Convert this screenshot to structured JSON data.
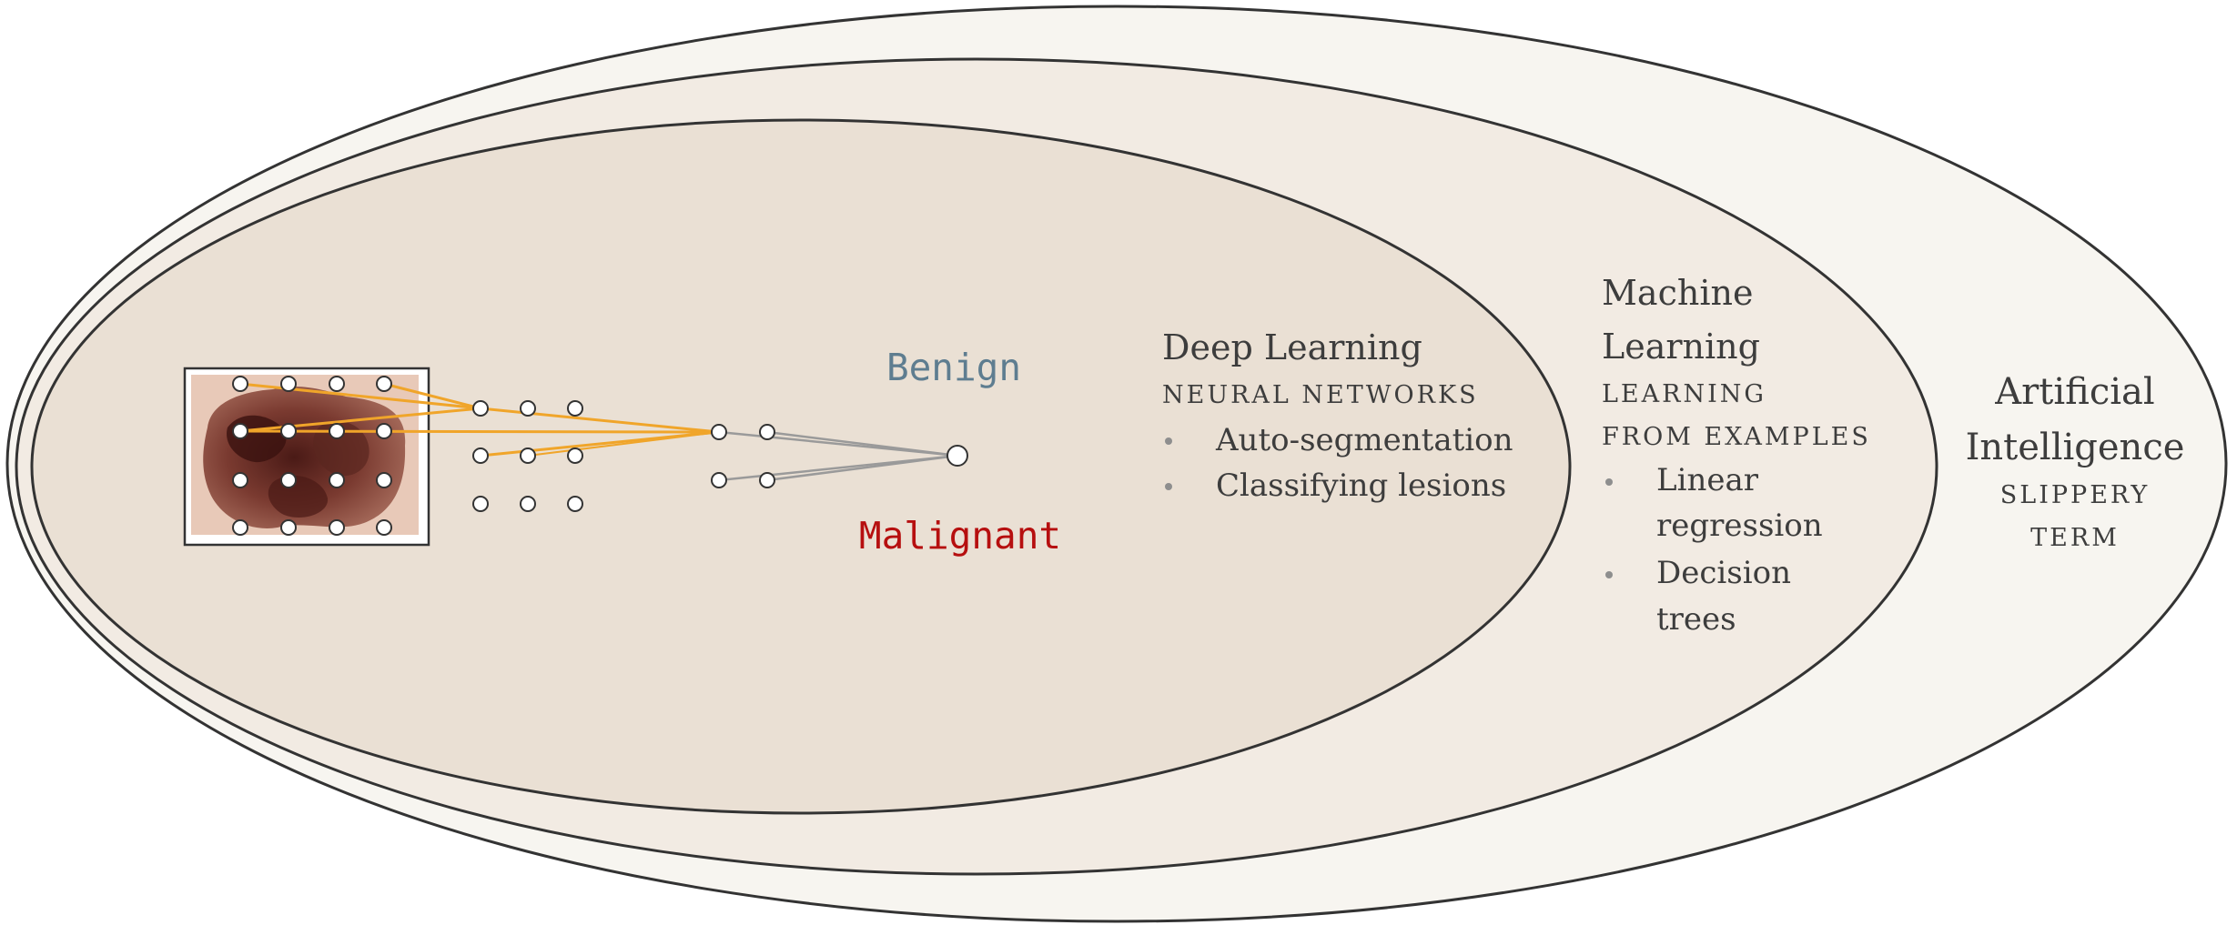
{
  "colors": {
    "outer_fill": "#f7f5f0",
    "middle_fill": "#f2ebe3",
    "inner_fill": "#eae0d4",
    "stroke": "#333333",
    "benign": "#5e7d90",
    "malignant": "#b60f0f",
    "connection_highlight": "#f0a52a",
    "connection_gray": "#9a9a9a"
  },
  "ai": {
    "title_line1": "Artificial",
    "title_line2": "Intelligence",
    "subtitle_line1": "SLIPPERY",
    "subtitle_line2": "TERM"
  },
  "ml": {
    "title_line1": "Machine",
    "title_line2": "Learning",
    "subtitle_line1": "LEARNING",
    "subtitle_line2": "FROM EXAMPLES",
    "items": [
      {
        "line1": "Linear",
        "line2": "regression"
      },
      {
        "line1": "Decision",
        "line2": "trees"
      }
    ]
  },
  "dl": {
    "title": "Deep Learning",
    "subtitle": "NEURAL NETWORKS",
    "items": [
      "Auto-segmentation",
      "Classifying lesions"
    ]
  },
  "network": {
    "output_benign": "Benign",
    "output_malignant": "Malignant",
    "image_icon": "skin-lesion-image"
  }
}
